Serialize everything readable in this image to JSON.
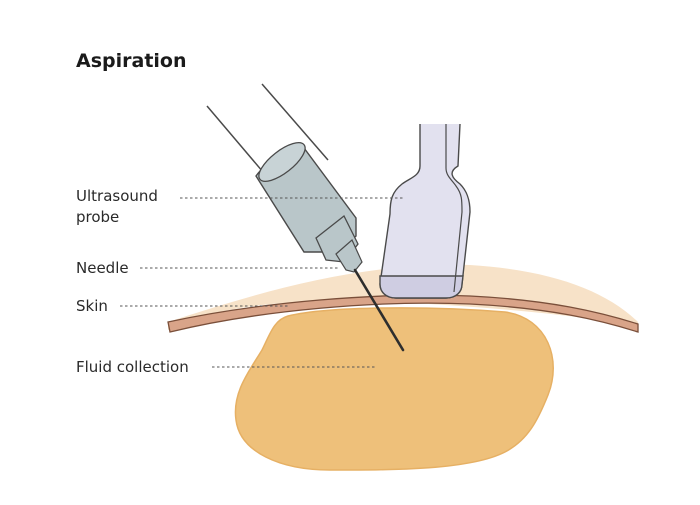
{
  "title": "Aspiration",
  "labels": {
    "probe_line1": "Ultrasound",
    "probe_line2": "probe",
    "needle": "Needle",
    "skin": "Skin",
    "fluid": "Fluid collection"
  },
  "colors": {
    "fluid_fill": "#eec07a",
    "fluid_edge": "#e6b064",
    "tissue_fill": "#f7e2c8",
    "skin_fill": "#d9a489",
    "skin_edge": "#7a4f3a",
    "probe_fill": "#e2e1ef",
    "probe_shade": "#cfcde2",
    "syringe_fill": "#b9c6c9",
    "outline": "#4a4a4a",
    "leader": "#555555"
  }
}
